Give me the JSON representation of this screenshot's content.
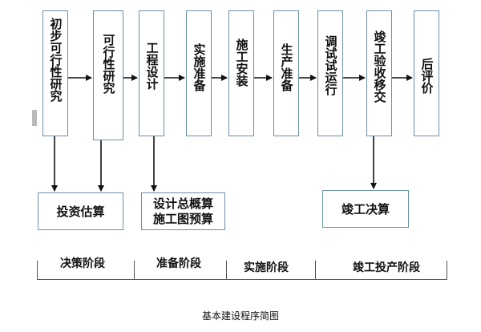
{
  "steps": [
    {
      "id": "s1",
      "text": "初步可行性研究"
    },
    {
      "id": "s2",
      "text": "可行性研究"
    },
    {
      "id": "s3",
      "text": "工程设计"
    },
    {
      "id": "s4",
      "text": "实施准备"
    },
    {
      "id": "s5",
      "text": "施工安装"
    },
    {
      "id": "s6",
      "text": "生产准备"
    },
    {
      "id": "s7",
      "text": "调试试运行"
    },
    {
      "id": "s8",
      "text": "竣工验收移交"
    },
    {
      "id": "s9",
      "text": "后评价"
    }
  ],
  "outputs": {
    "invest_estimate": "投资估算",
    "design_budget_line1": "设计总概算",
    "design_budget_line2": "施工图预算",
    "final_account": "竣工决算"
  },
  "stages": {
    "decision": "决策阶段",
    "preparation": "准备阶段",
    "implementation": "实施阶段",
    "completion": "竣工投产阶段"
  },
  "caption": "基本建设程序简图"
}
